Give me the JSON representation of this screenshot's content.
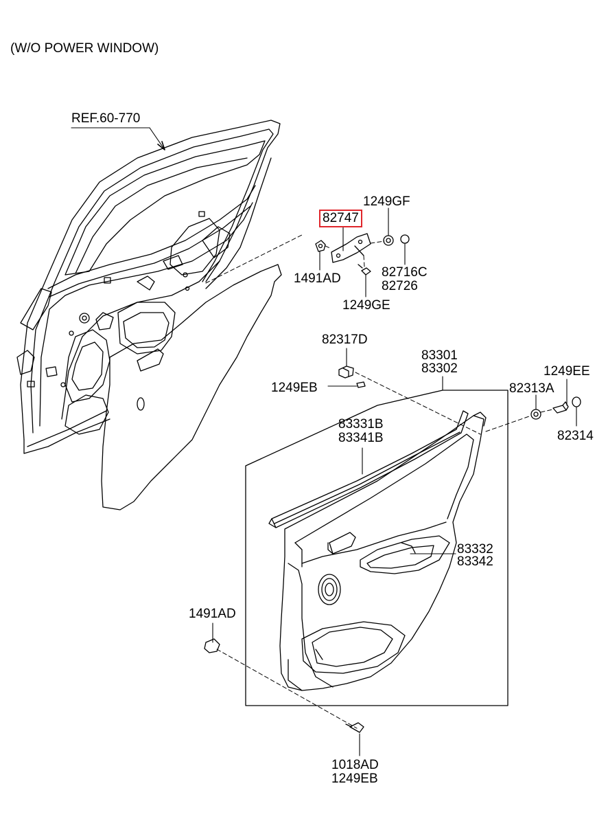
{
  "caption": "(W/O POWER WINDOW)",
  "ref_label": "REF.60-770",
  "highlight_color": "#e0262b",
  "labels": {
    "p1249GF": "1249GF",
    "p82747": "82747",
    "p1491AD_top": "1491AD",
    "p82716C": "82716C",
    "p82726": "82726",
    "p1249GE": "1249GE",
    "p82317D": "82317D",
    "p83301": "83301",
    "p83302": "83302",
    "p1249EE": "1249EE",
    "p1249EB_mid": "1249EB",
    "p82313A": "82313A",
    "p82314": "82314",
    "p83331B": "83331B",
    "p83341B": "83341B",
    "p83332": "83332",
    "p83342": "83342",
    "p1491AD_bottom": "1491AD",
    "p1018AD": "1018AD",
    "p1249EB_bottom": "1249EB"
  }
}
